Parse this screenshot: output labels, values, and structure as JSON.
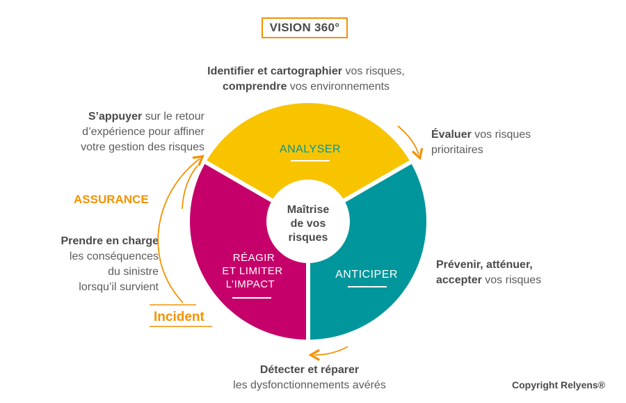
{
  "title": "VISION 360°",
  "colors": {
    "yellow": "#f8c400",
    "magenta": "#c6006b",
    "teal": "#00969c",
    "orange": "#f39200",
    "center": "#ffffff"
  },
  "segments": {
    "analyser": "ANALYSER",
    "anticiper": "ANTICIPER",
    "reagir_line1": "RÉAGIR",
    "reagir_line2": "ET LIMITER",
    "reagir_line3": "L’IMPACT"
  },
  "center": {
    "line1": "Maîtrise",
    "line2": "de vos",
    "line3": "risques"
  },
  "top_text": {
    "bold1": "Identifier et cartographier",
    "rest1": " vos risques,",
    "bold2": "comprendre",
    "rest2": " vos environnements"
  },
  "evaluer": {
    "bold": "Évaluer",
    "rest1": " vos risques",
    "line2": "prioritaires"
  },
  "prevenir": {
    "bold1": "Prévenir, atténuer,",
    "bold2": "accepter",
    "rest2": " vos risques"
  },
  "detecter": {
    "bold": "Détecter et réparer",
    "line2": "les dysfonctionnements avérés"
  },
  "appuyer": {
    "bold": "S’appuyer",
    "rest1": " sur le retour",
    "line2": "d’expérience pour affiner",
    "line3": "votre gestion des risques"
  },
  "assurance": "ASSURANCE",
  "prendre": {
    "bold": "Prendre en charge",
    "line2": "les conséquences",
    "line3": "du sinistre",
    "line4": "lorsqu’il survient"
  },
  "incident": "Incident",
  "copyright": "Copyright Relyens®"
}
